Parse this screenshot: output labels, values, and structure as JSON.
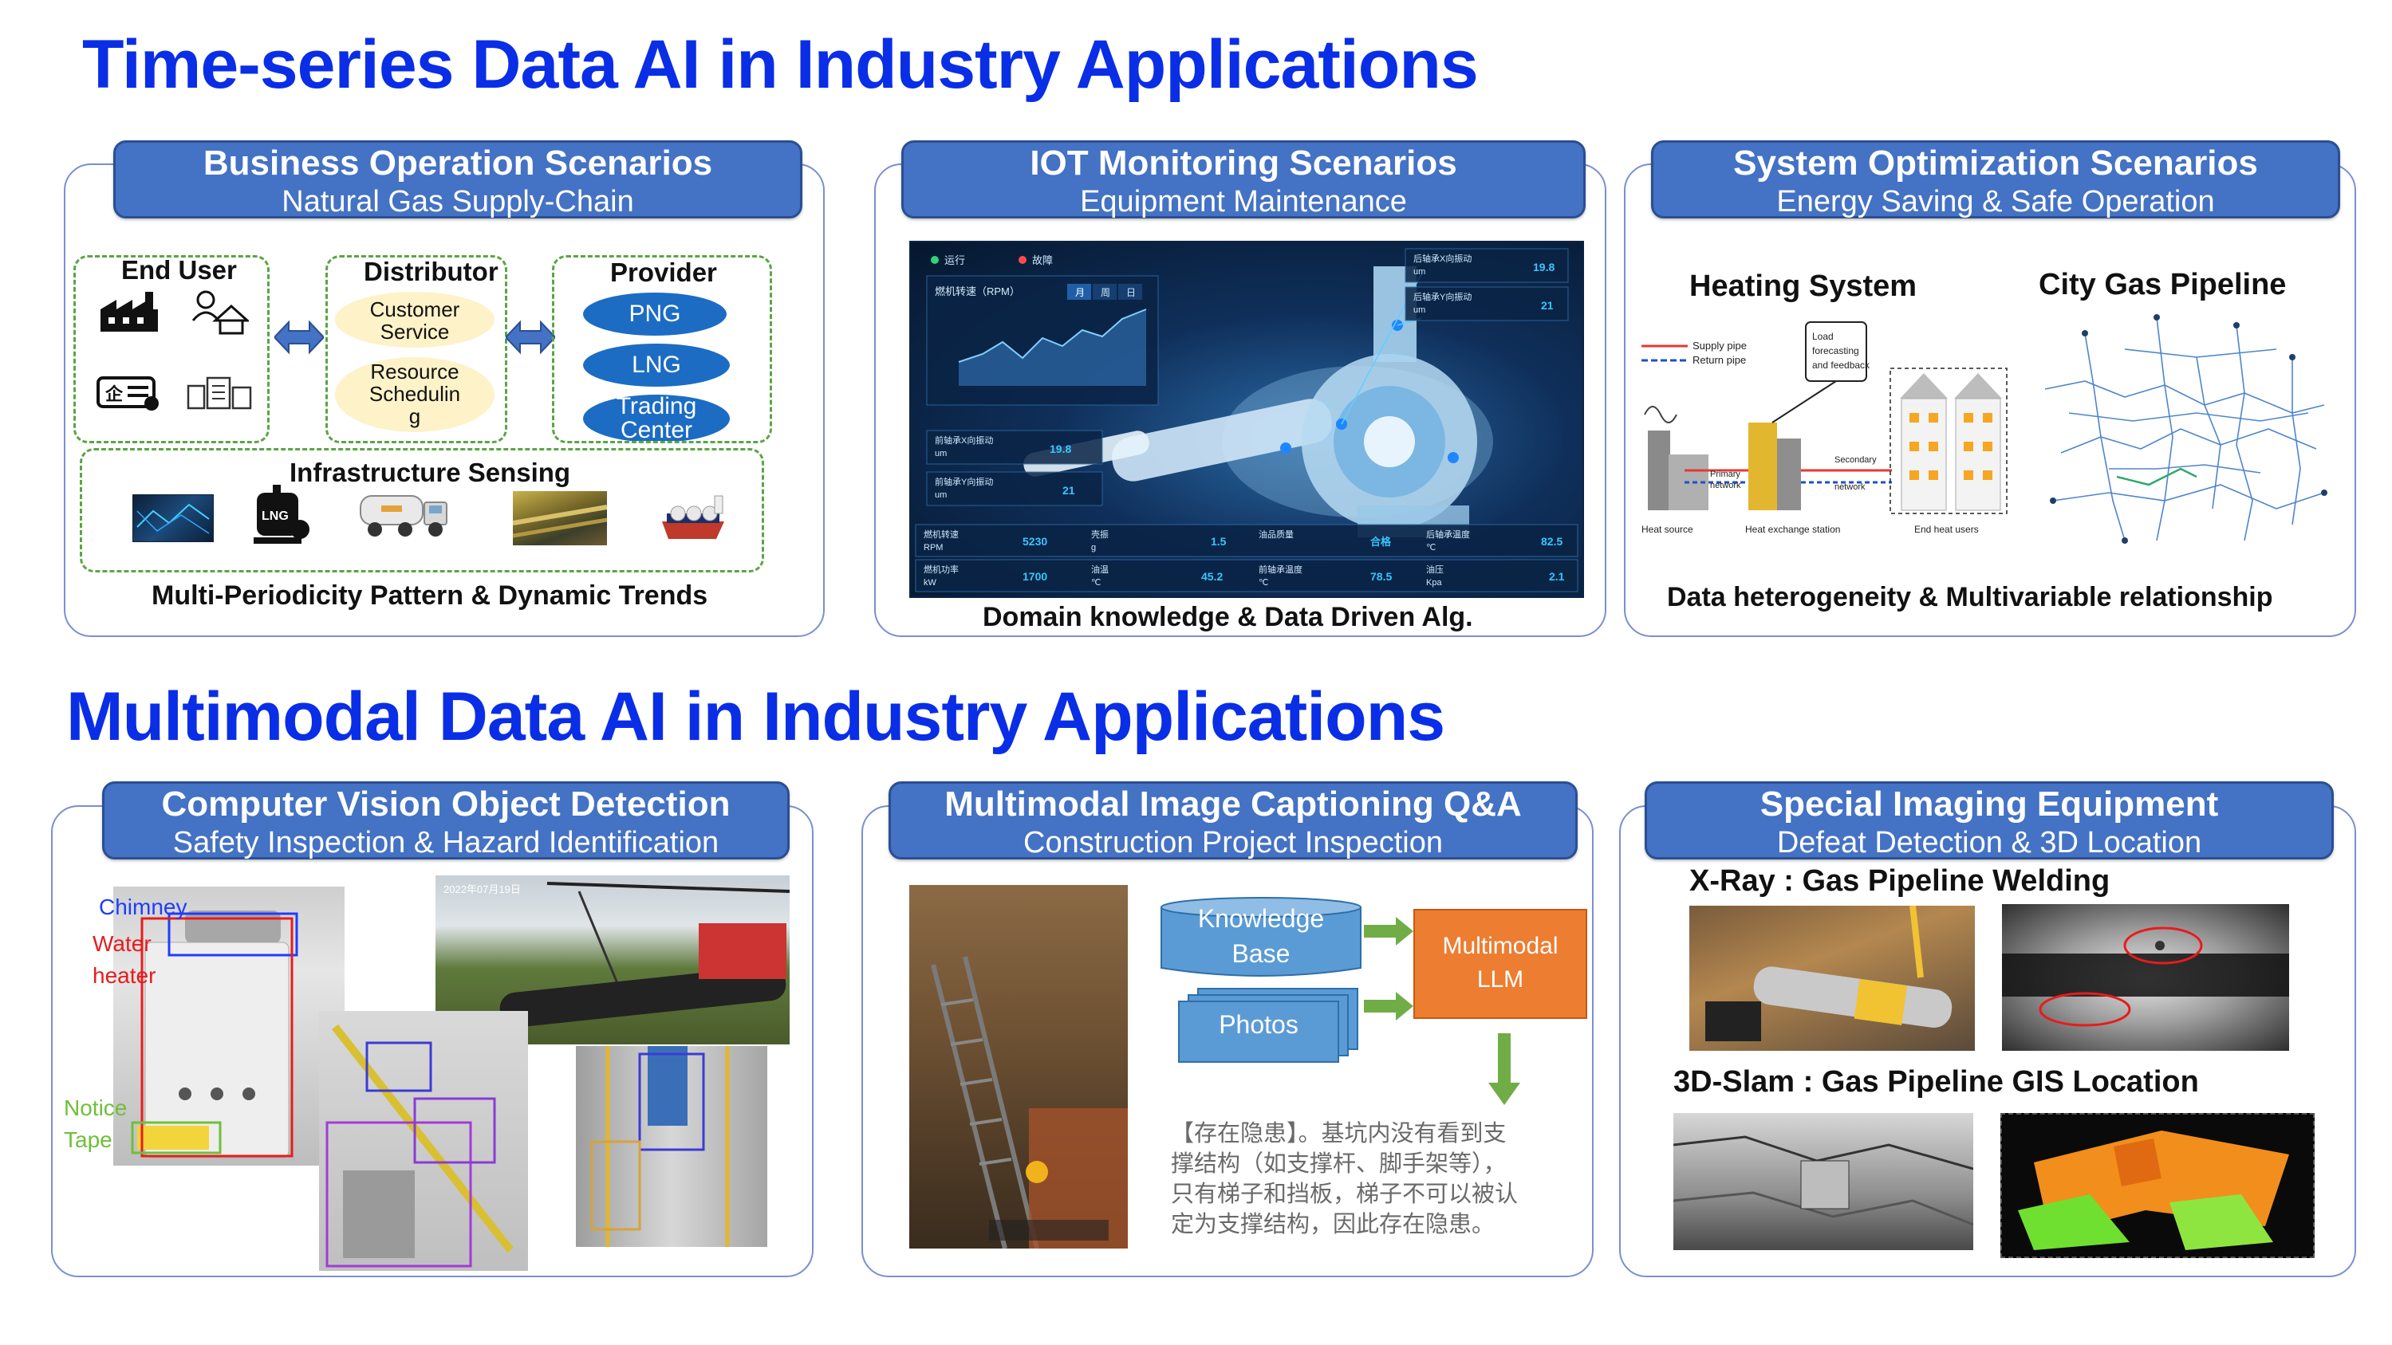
{
  "titles": {
    "timeseries": "Time-series Data AI in Industry Applications",
    "multimodal": "Multimodal Data AI in Industry Applications"
  },
  "panels": {
    "business": {
      "title": "Business Operation Scenarios",
      "subtitle": "Natural Gas Supply-Chain",
      "end_user": "End User",
      "distributor": "Distributor",
      "customer_service": "Customer\nService",
      "resource_scheduling": "Resource\nSchedulin\ng",
      "provider": "Provider",
      "provider_items": [
        "PNG",
        "LNG",
        "Trading\nCenter"
      ],
      "infrastructure": "Infrastructure Sensing",
      "lng_tag": "LNG",
      "caption": "Multi-Periodicity Pattern & Dynamic Trends"
    },
    "iot": {
      "title": "IOT Monitoring Scenarios",
      "subtitle": "Equipment Maintenance",
      "caption": "Domain knowledge & Data Driven Alg.",
      "dash": {
        "chart_title": "燃机转速（RPM）",
        "tabs": [
          "月",
          "周",
          "日"
        ],
        "top_tags": [
          "运行",
          "故障"
        ],
        "right_readouts": [
          {
            "label": "后轴承X向振动",
            "unit": "um",
            "value": "19.8"
          },
          {
            "label": "后轴承Y向振动",
            "unit": "um",
            "value": "21"
          }
        ],
        "left_readouts": [
          {
            "label": "前轴承X向振动",
            "unit": "um",
            "value": "19.8"
          },
          {
            "label": "前轴承Y向振动",
            "unit": "um",
            "value": "21"
          }
        ],
        "bottom_row1": [
          {
            "label": "燃机转速",
            "unit": "RPM",
            "value": "5230"
          },
          {
            "label": "壳振",
            "unit": "g",
            "value": "1.5"
          },
          {
            "label": "油品质量",
            "unit": "",
            "value": "合格"
          },
          {
            "label": "后轴承温度",
            "unit": "℃",
            "value": "82.5"
          }
        ],
        "bottom_row2": [
          {
            "label": "燃机功率",
            "unit": "kW",
            "value": "1700"
          },
          {
            "label": "油温",
            "unit": "℃",
            "value": "45.2"
          },
          {
            "label": "前轴承温度",
            "unit": "℃",
            "value": "78.5"
          },
          {
            "label": "油压",
            "unit": "Kpa",
            "value": "2.1"
          }
        ]
      }
    },
    "system": {
      "title": "System Optimization Scenarios",
      "subtitle": "Energy Saving & Safe Operation",
      "heating": "Heating System",
      "citygas": "City Gas Pipeline",
      "legend": [
        "Supply pipe",
        "Return pipe"
      ],
      "load_box": "Load\nforecasting\nand feedback",
      "labels": [
        "Primary\nnetwork",
        "Secondary\nnetwork",
        "Heat source",
        "Heat exchange station",
        "End heat users"
      ],
      "caption": "Data heterogeneity & Multivariable relationship"
    },
    "cv": {
      "title": "Computer Vision Object Detection",
      "subtitle": "Safety Inspection & Hazard Identification",
      "tags": [
        "Chimney",
        "Water\nheater",
        "Notice\nTape"
      ],
      "photo_stamp": "2022年07月19日"
    },
    "caption_qa": {
      "title": "Multimodal Image Captioning Q&A",
      "subtitle": "Construction Project Inspection",
      "knowledge": "Knowledge\nBase",
      "photos": "Photos",
      "llm": "Multimodal\nLLM",
      "answer": "【存在隐患】。基坑内没有看到支\n撑结构（如支撑杆、脚手架等），\n只有梯子和挡板，梯子不可以被认\n定为支撑结构，因此存在隐患。"
    },
    "special": {
      "title": "Special Imaging Equipment",
      "subtitle": "Defeat Detection &  3D Location",
      "xray": "X-Ray :  Gas Pipeline Welding",
      "slam": "3D-Slam :  Gas Pipeline GIS Location"
    }
  },
  "colors": {
    "title_blue": "#0a2ee6",
    "header_blue": "#4472c4",
    "panel_border": "#7b8fd0",
    "dash_green": "#5aa545",
    "llm_orange": "#ed7d31",
    "arrow_green": "#70ad47"
  }
}
